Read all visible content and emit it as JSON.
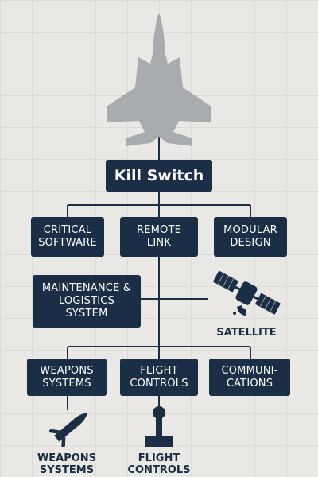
{
  "nodes": {
    "kill_switch": "Kill Switch",
    "critical_software": "CRITICAL\nSOFTWARE",
    "remote_link": "REMOTE\nLINK",
    "modular_design": "MODULAR\nDESIGN",
    "maintenance": "MAINTENANCE &\nLOGISTICS\nSYSTEM",
    "weapons_systems": "WEAPONS\nSYSTEMS",
    "flight_controls": "FLIGHT\nCONTROLS",
    "communications": "COMMUNI-\nCATIONS"
  },
  "captions": {
    "satellite": "SATELLITE",
    "weapons": "WEAPONS\nSYSTEMS",
    "flight": "FLIGHT\nCONTROLS"
  },
  "colors": {
    "node_fill": "#1a2f45",
    "node_text": "#ffffff",
    "lines": "#1a2f45",
    "aircraft": "#a9acaf",
    "background": "#e9e8e4"
  },
  "icons": [
    "fighter-jet-icon",
    "satellite-icon",
    "missile-icon",
    "joystick-icon"
  ]
}
